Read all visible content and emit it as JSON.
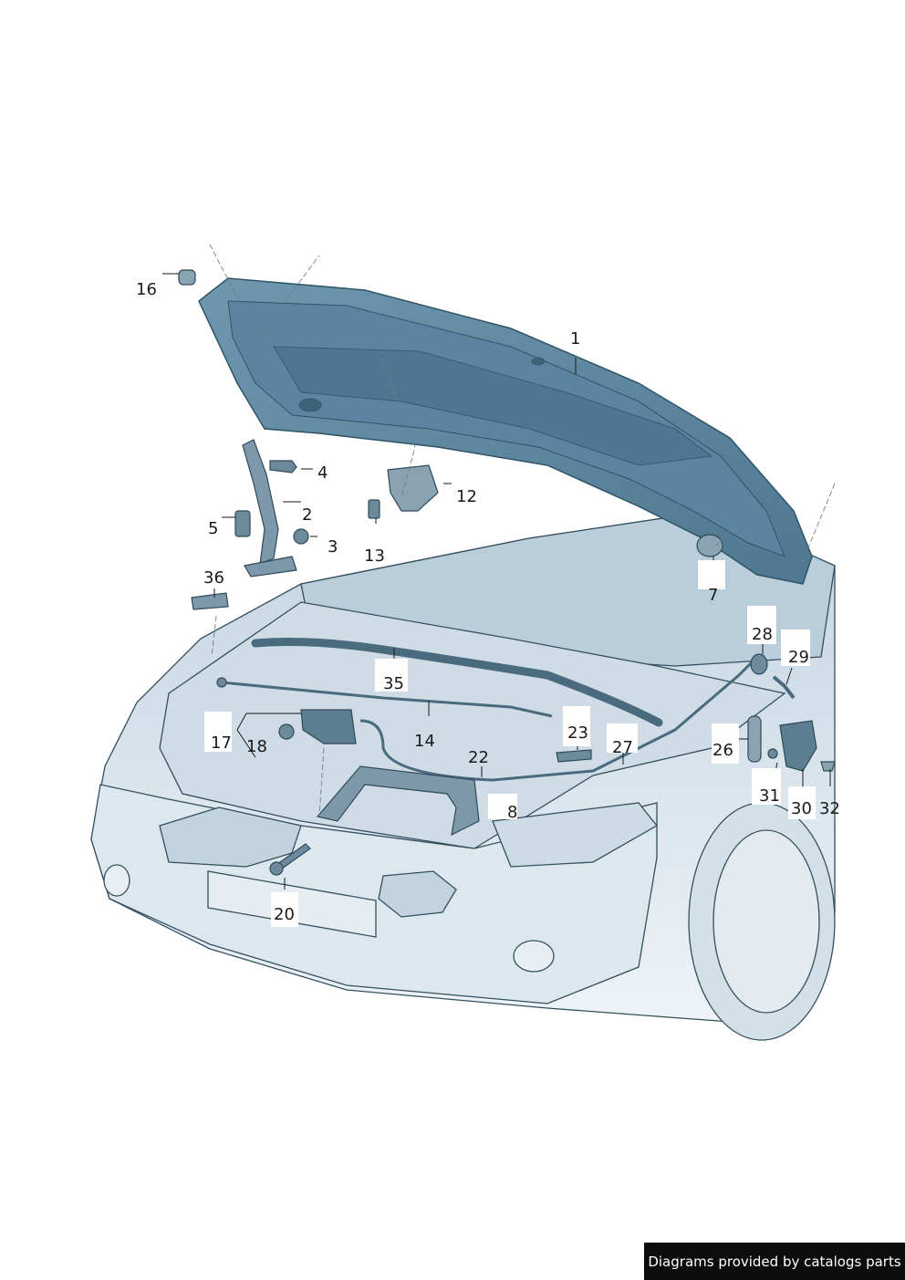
{
  "diagram": {
    "callouts": [
      {
        "id": "c1",
        "label": "1"
      },
      {
        "id": "c2",
        "label": "2"
      },
      {
        "id": "c3",
        "label": "3"
      },
      {
        "id": "c4",
        "label": "4"
      },
      {
        "id": "c5",
        "label": "5"
      },
      {
        "id": "c7",
        "label": "7"
      },
      {
        "id": "c8",
        "label": "8"
      },
      {
        "id": "c12",
        "label": "12"
      },
      {
        "id": "c13",
        "label": "13"
      },
      {
        "id": "c14",
        "label": "14"
      },
      {
        "id": "c16",
        "label": "16"
      },
      {
        "id": "c17",
        "label": "17"
      },
      {
        "id": "c18",
        "label": "18"
      },
      {
        "id": "c20",
        "label": "20"
      },
      {
        "id": "c22",
        "label": "22"
      },
      {
        "id": "c23",
        "label": "23"
      },
      {
        "id": "c26",
        "label": "26"
      },
      {
        "id": "c27",
        "label": "27"
      },
      {
        "id": "c28",
        "label": "28"
      },
      {
        "id": "c29",
        "label": "29"
      },
      {
        "id": "c30",
        "label": "30"
      },
      {
        "id": "c31",
        "label": "31"
      },
      {
        "id": "c32",
        "label": "32"
      },
      {
        "id": "c35",
        "label": "35"
      },
      {
        "id": "c36",
        "label": "36"
      }
    ]
  },
  "colors": {
    "hood_fill": "#5f8aa3",
    "hood_dark": "#2e5468",
    "body_fill": "#dfe8ef",
    "body_mid": "#b4c8d6",
    "outline": "#33505f"
  },
  "footer": {
    "credit_text": "Diagrams provided by catalogs parts"
  }
}
